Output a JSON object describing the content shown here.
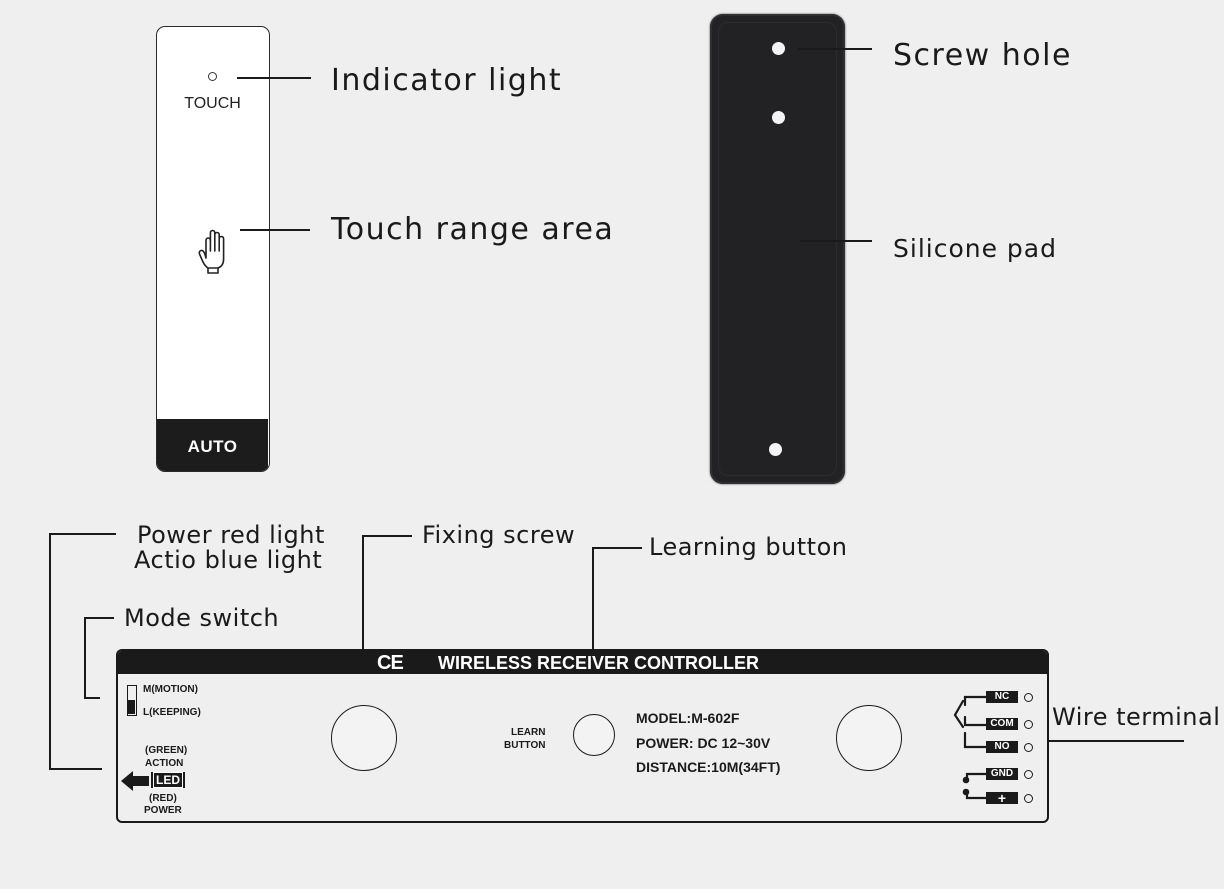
{
  "touch_panel": {
    "touch_text": "TOUCH",
    "auto_text": "AUTO",
    "labels": {
      "indicator": "Indicator light",
      "touch_area": "Touch range area"
    }
  },
  "pad": {
    "labels": {
      "screw_hole": "Screw hole",
      "silicone": "Silicone pad"
    }
  },
  "board": {
    "ce": "CE",
    "title": "WIRELESS RECEIVER  CONTROLLER",
    "mode_motion": "M(MOTION)",
    "mode_keeping": "L(KEEPING)",
    "led_green": "(GREEN)",
    "led_action": "ACTION",
    "led": "LED",
    "led_red": "(RED)",
    "led_power": "POWER",
    "learn_1": "LEARN",
    "learn_2": "BUTTON",
    "model": "MODEL:M-602F",
    "power": "POWER: DC 12~30V",
    "distance": "DISTANCE:10M(34FT)",
    "terminals": [
      "NC",
      "COM",
      "NO",
      "GND",
      "+"
    ],
    "labels": {
      "power_red": "Power red light",
      "action_blue": "Actio blue light",
      "mode_switch": "Mode switch",
      "fixing_screw": "Fixing screw",
      "learning_button": "Learning button",
      "wire_terminal": "Wire terminal"
    }
  },
  "colors": {
    "background": "#efefef",
    "ink": "#1a1a1a",
    "pad": "#222224"
  }
}
